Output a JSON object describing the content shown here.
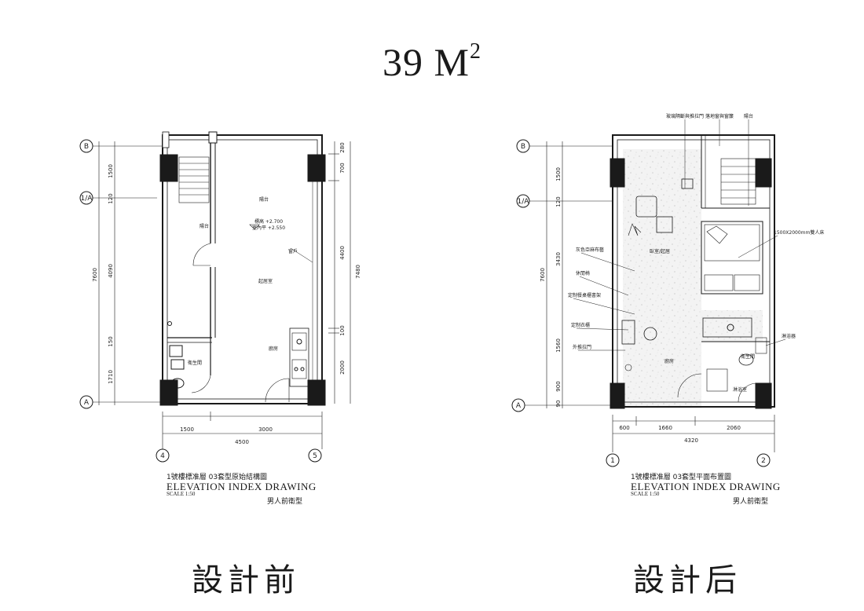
{
  "title": {
    "area": "39 M",
    "sup": "2"
  },
  "before": {
    "caption": "設計前",
    "title_cn": "1號樓標准層 03套型原始結構圖",
    "title_en": "ELEVATION INDEX DRAWING",
    "scale": "SCALE 1:50",
    "subtitle": "男人前衛型",
    "grid": {
      "top": "B",
      "mid": "1/A",
      "bottom": "A",
      "left_col": "4",
      "right_col": "5"
    },
    "dims_left": [
      "1500",
      "120",
      "4090",
      "150",
      "1710"
    ],
    "dims_left_total": "7600",
    "dims_right": [
      "280",
      "700",
      "4400",
      "100",
      "2000"
    ],
    "dims_right_total": "7480",
    "dims_bottom": [
      "1500",
      "3000"
    ],
    "dims_bottom_total": "4500",
    "rooms": {
      "balcony": "陽台",
      "level": "標高 +2.700",
      "level2": "室內平 +2.550",
      "corridor": "陽台",
      "living": "起居室",
      "kitchen": "廚房",
      "bath": "衛生間",
      "window": "窗戶"
    }
  },
  "after": {
    "caption": "設計后",
    "title_cn": "1號樓標准層 03套型平面布置圖",
    "title_en": "ELEVATION INDEX DRAWING",
    "scale": "SCALE 1:50",
    "subtitle": "男人前衛型",
    "grid": {
      "top": "B",
      "mid": "1/A",
      "bottom": "A",
      "left_col": "1",
      "right_col": "2"
    },
    "dims_left": [
      "1500",
      "120",
      "3430",
      "1560",
      "900",
      "90"
    ],
    "dims_left_total": "7600",
    "dims_bottom": [
      "600",
      "1660",
      "2060"
    ],
    "dims_bottom_total": "4320",
    "notes_top": [
      "玻璃隔斷與推拉門",
      "落地窗與窗簾",
      "陽台"
    ],
    "notes_left": [
      "灰色亞麻布藝",
      "休閒椅",
      "定制餐桌櫃書架",
      "定制衣櫃",
      "外推拉門"
    ],
    "notes_right": [
      "1500X2000mm雙人床",
      "淋浴器"
    ],
    "rooms": {
      "bedroom": "臥室/起居",
      "kitchen": "廚房",
      "bath": "衛生間",
      "shower": "淋浴室"
    }
  }
}
